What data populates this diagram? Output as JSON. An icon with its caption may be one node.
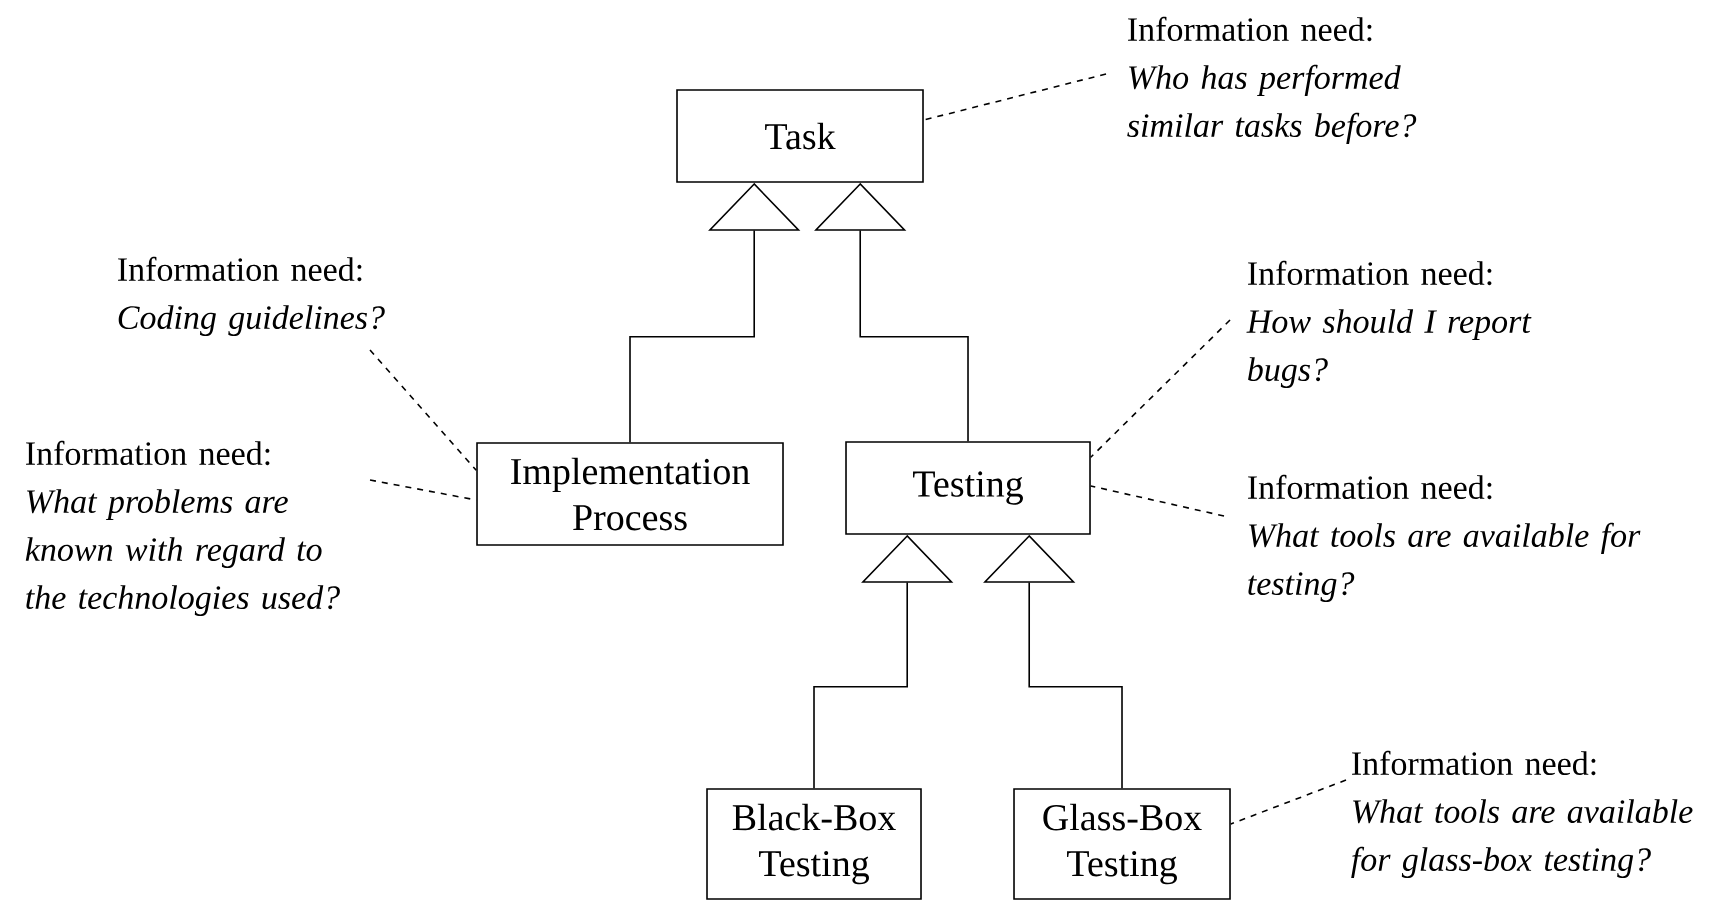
{
  "diagram": {
    "nodes": [
      {
        "text": [
          "Task"
        ]
      },
      {
        "text": [
          "Implementation Process"
        ]
      },
      {
        "text": [
          "Testing"
        ]
      },
      {
        "text": [
          "Black-Box Testing"
        ]
      },
      {
        "text": [
          "Glass-Box Testing"
        ]
      },
      {
        "text": [
          "Information need:",
          "Who has performed similar tasks before?"
        ]
      },
      {
        "text": [
          "Information need:",
          "Coding guidelines?"
        ]
      },
      {
        "text": [
          "Information need:",
          "What problems are known with regard to the technologies used?"
        ]
      },
      {
        "text": [
          "Information need:",
          "How should I report bugs?"
        ]
      },
      {
        "text": [
          "Information need:",
          "What tools are available for testing?"
        ]
      },
      {
        "text": [
          "Information need:",
          "What tools are available for glass-box testing?"
        ]
      }
    ],
    "edges": [
      {
        "from": 1,
        "to": 0,
        "arrow": "to"
      },
      {
        "from": 2,
        "to": 0,
        "arrow": "to"
      },
      {
        "from": 3,
        "to": 2,
        "arrow": "to"
      },
      {
        "from": 4,
        "to": 2,
        "arrow": "to"
      },
      {
        "from": 5,
        "to": 0,
        "arrow": "none",
        "style": "dashed"
      },
      {
        "from": 6,
        "to": 1,
        "arrow": "none",
        "style": "dashed"
      },
      {
        "from": 7,
        "to": 1,
        "arrow": "none",
        "style": "dashed"
      },
      {
        "from": 8,
        "to": 2,
        "arrow": "none",
        "style": "dashed"
      },
      {
        "from": 9,
        "to": 2,
        "arrow": "none",
        "style": "dashed"
      },
      {
        "from": 10,
        "to": 4,
        "arrow": "none",
        "style": "dashed"
      }
    ]
  }
}
